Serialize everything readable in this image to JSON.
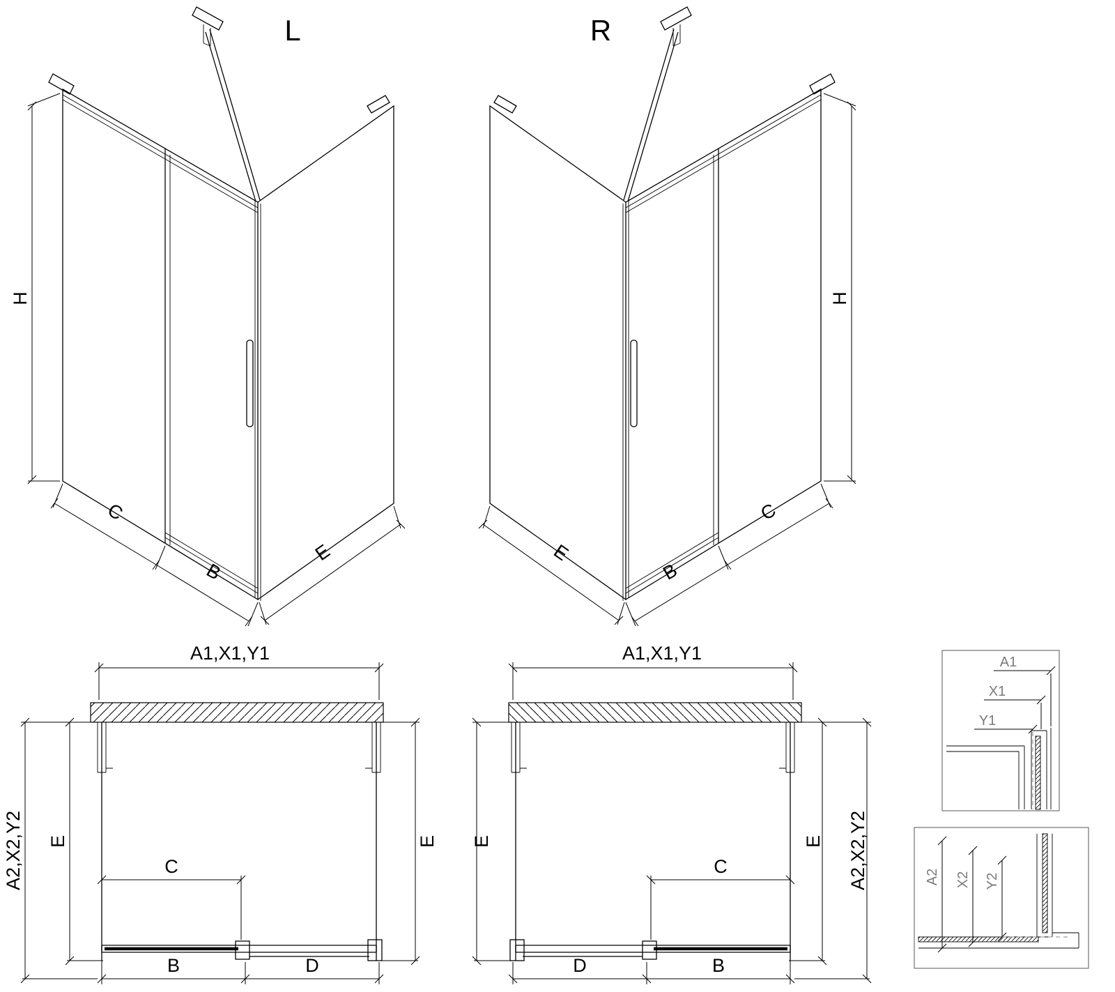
{
  "drawing": {
    "iso_left": {
      "variant_label": "L",
      "dim_height": "H",
      "dim_fixed": "C",
      "dim_door": "B",
      "dim_side": "E"
    },
    "iso_right": {
      "variant_label": "R",
      "dim_height": "H",
      "dim_fixed": "C",
      "dim_door": "B",
      "dim_side": "E"
    },
    "plan_left": {
      "dim_top": "A1,X1,Y1",
      "dim_outer": "A2,X2,Y2",
      "dim_depth_left": "E",
      "dim_depth_right": "E",
      "dim_opening": "C",
      "dim_door": "B",
      "dim_fixed": "D"
    },
    "plan_right": {
      "dim_top": "A1,X1,Y1",
      "dim_outer": "A2,X2,Y2",
      "dim_depth_left": "E",
      "dim_depth_right": "E",
      "dim_opening": "C",
      "dim_door": "B",
      "dim_fixed": "D"
    },
    "detail_top": {
      "dim_a": "A1",
      "dim_x": "X1",
      "dim_y": "Y1"
    },
    "detail_bottom": {
      "dim_a": "A2",
      "dim_x": "X2",
      "dim_y": "Y2"
    }
  },
  "colors": {
    "line": "#000000",
    "detail_text": "#7a7a7a",
    "background": "#ffffff"
  }
}
